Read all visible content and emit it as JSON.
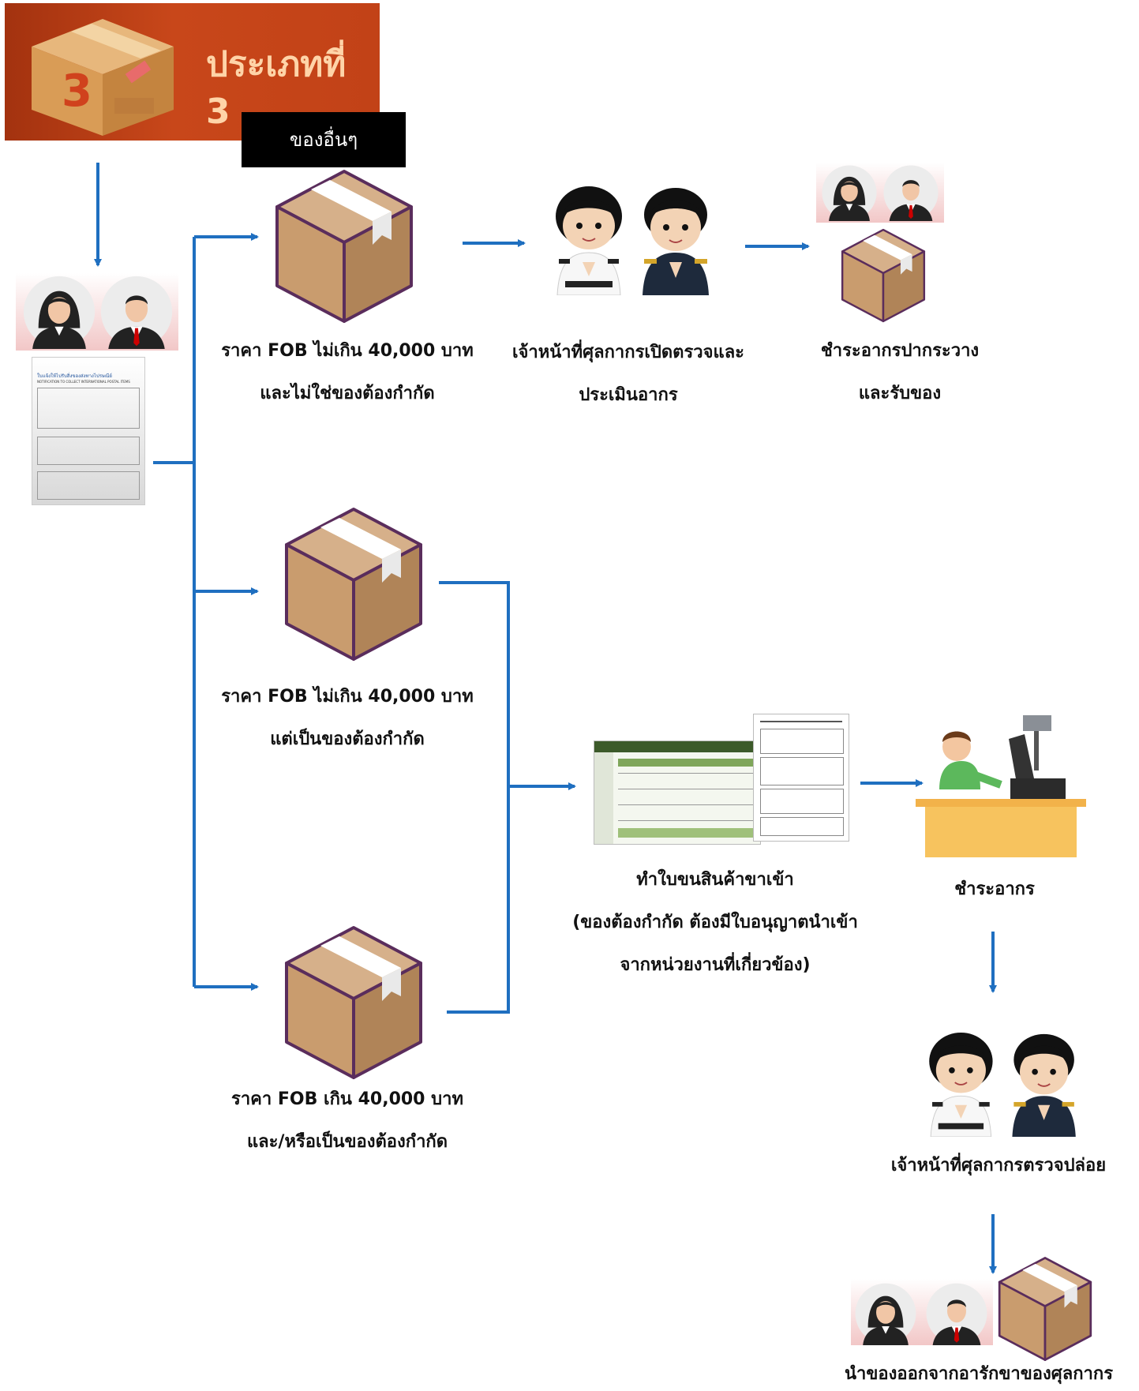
{
  "banner": {
    "title": "ประเภทที่ 3",
    "box_number": "3"
  },
  "tag": {
    "label": "ของอื่นๆ"
  },
  "branches": [
    {
      "line1": "ราคา FOB ไม่เกิน 40,000 บาท",
      "line2": "และไม่ใช่ของต้องกำกัด"
    },
    {
      "line1": "ราคา FOB ไม่เกิน 40,000 บาท",
      "line2": "แต่เป็นของต้องกำกัด"
    },
    {
      "line1": "ราคา FOB เกิน 40,000 บาท",
      "line2": "และ/หรือเป็นของต้องกำกัด"
    }
  ],
  "steps": {
    "officer_inspect": {
      "line1": "เจ้าหน้าที่ศุลกากรเปิดตรวจและ",
      "line2": "ประเมินอากร"
    },
    "pay_receive": {
      "line1": "ชำระอากรปากระวาง",
      "line2": "และรับของ"
    },
    "import_entry": {
      "line1": "ทำใบขนสินค้าขาเข้า",
      "line2": "(ของต้องกำกัด ต้องมีใบอนุญาตนำเข้า",
      "line3": "จากหน่วยงานที่เกี่ยวข้อง)"
    },
    "pay_duty": {
      "label": "ชำระอากร"
    },
    "officer_release": {
      "label": "เจ้าหน้าที่ศุลกากรตรวจปล่อย"
    },
    "take_out": {
      "label": "นำของออกจากอารักขาของศุลกากร"
    }
  },
  "notice_form": {
    "title": "ใบแจ้งให้ไปรับสิ่งของส่งทางไปรษณีย์",
    "subtitle": "NOTIFICATION TO COLLECT INTERNATIONAL POSTAL ITEMS"
  },
  "colors": {
    "arrow": "#1f6fc0",
    "box": "#c99c6e",
    "banner": "#c4441a"
  }
}
